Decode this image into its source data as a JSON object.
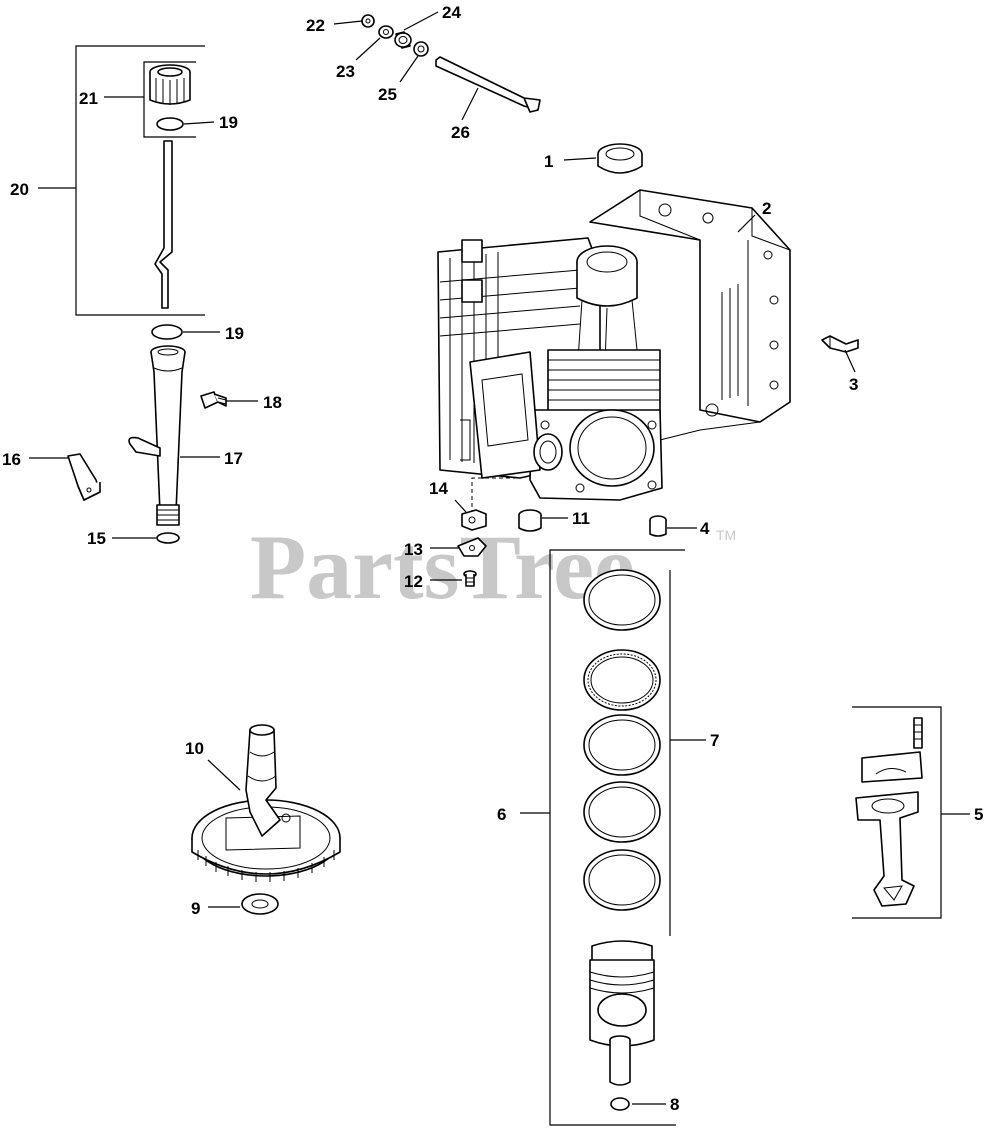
{
  "watermark": {
    "text": "PartsTree",
    "tm": "TM"
  },
  "callouts": {
    "c1": "1",
    "c2": "2",
    "c3": "3",
    "c4": "4",
    "c5": "5",
    "c6": "6",
    "c7": "7",
    "c8": "8",
    "c9": "9",
    "c10": "10",
    "c11": "11",
    "c12": "12",
    "c13": "13",
    "c14": "14",
    "c15": "15",
    "c16": "16",
    "c17": "17",
    "c18": "18",
    "c19a": "19",
    "c19b": "19",
    "c20": "20",
    "c21": "21",
    "c22": "22",
    "c23": "23",
    "c24": "24",
    "c25": "25",
    "c26": "26"
  },
  "colors": {
    "ink": "#000000",
    "watermark": "#c8c8c8",
    "background": "#ffffff"
  }
}
